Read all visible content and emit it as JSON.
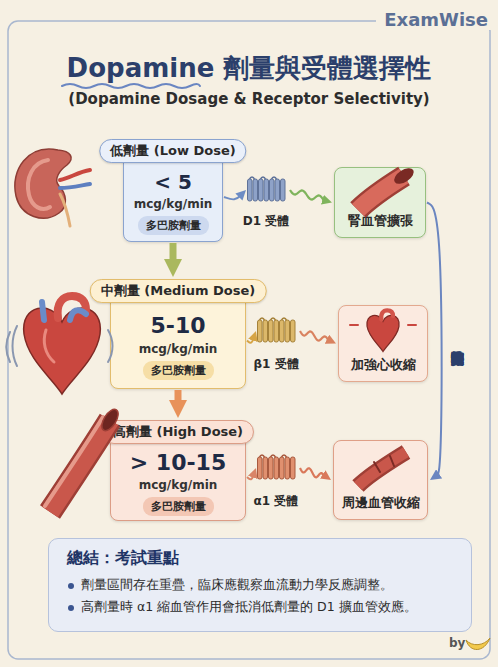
{
  "diagram": {
    "title": "Dopamine 劑量與受體選擇性",
    "nodes": [
      {
        "text": [
          "低劑量 (Low Dose)",
          "< 5",
          "mcg/kg/min",
          "多巴胺劑量"
        ]
      },
      {
        "text": [
          "D1 受體"
        ]
      },
      {
        "text": [
          "腎血管擴張"
        ]
      },
      {
        "text": [
          "中劑量 (Medium Dose)",
          "5-10",
          "mcg/kg/min",
          "多巴胺劑量"
        ]
      },
      {
        "text": [
          "β1 受體"
        ]
      },
      {
        "text": [
          "加強心收縮"
        ]
      },
      {
        "text": [
          "高劑量 (High Dose)",
          "> 10-15",
          "mcg/kg/min",
          "多巴胺劑量"
        ]
      },
      {
        "text": [
          "α1 受體"
        ]
      },
      {
        "text": [
          "周邊血管收縮"
        ]
      },
      {
        "text": [
          "總結：考試重點",
          "劑量區間存在重疊，臨床應觀察血流動力學反應調整。",
          "高劑量時 α1 縮血管作用會抵消低劑量的 D1 擴血管效應。"
        ]
      }
    ],
    "edges": [
      {
        "from": 0,
        "to": 1,
        "arrow": "to"
      },
      {
        "from": 1,
        "to": 2,
        "arrow": "to"
      },
      {
        "from": 3,
        "to": 4,
        "arrow": "to"
      },
      {
        "from": 4,
        "to": 5,
        "arrow": "to"
      },
      {
        "from": 6,
        "to": 7,
        "arrow": "to"
      },
      {
        "from": 7,
        "to": 8,
        "arrow": "to"
      },
      {
        "from": 0,
        "to": 3,
        "arrow": "to"
      },
      {
        "from": 3,
        "to": 6,
        "arrow": "to"
      },
      {
        "from": 2,
        "to": 8,
        "label": "臨床效應隨劑量遞增轉變",
        "arrow": "to"
      }
    ],
    "labels": [
      "ExamWise",
      "(Dopamine Dosage & Receptor Selectivity)",
      "by"
    ]
  }
}
